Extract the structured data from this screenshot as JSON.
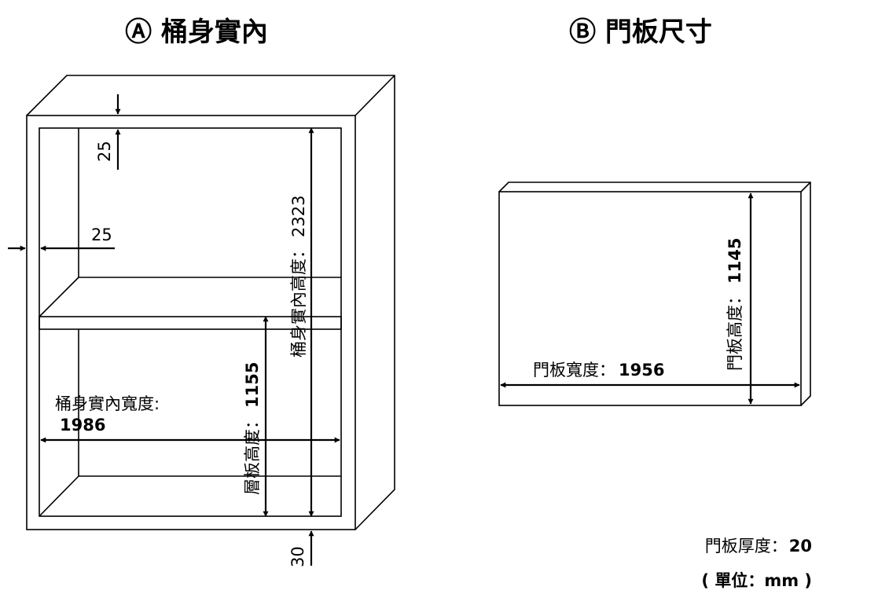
{
  "titles": {
    "a": "Ⓐ 桶身實內",
    "b": "Ⓑ 門板尺寸"
  },
  "cabinet": {
    "top_gap": "25",
    "side_gap": "25",
    "bottom_gap": "30",
    "inner_height_label": "桶身實內高度：",
    "inner_height_value": "2323",
    "shelf_height_label": "層板高度：",
    "shelf_height_value": "1155",
    "inner_width_label": "桶身實內寬度:",
    "inner_width_value": "1986"
  },
  "door": {
    "width_label": "門板寬度：",
    "width_value": "1956",
    "height_label": "門板高度：",
    "height_value": "1145"
  },
  "notes": {
    "thickness_label": "門板厚度：",
    "thickness_value": "20",
    "unit": "( 單位：mm )"
  }
}
